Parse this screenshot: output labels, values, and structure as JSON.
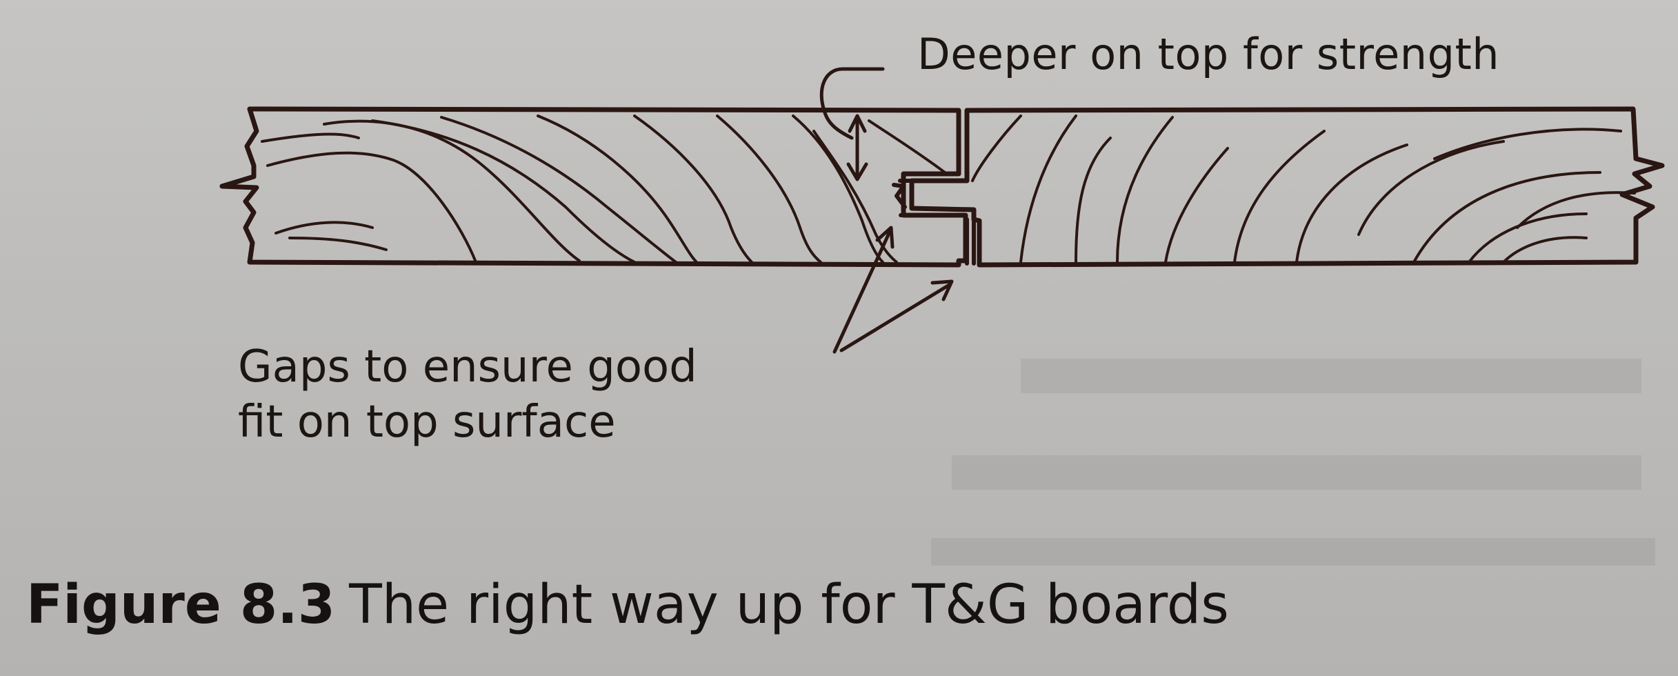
{
  "diagram": {
    "annotation_top": "Deeper on top for strength",
    "annotation_gaps": {
      "line1": "Gaps to ensure good",
      "line2": "fit on top surface"
    }
  },
  "caption": {
    "figure_number": "Figure 8.3",
    "text": "The right way up for T&G boards"
  },
  "colors": {
    "ink": "#2a1612",
    "paper": "#c2c1bf"
  }
}
